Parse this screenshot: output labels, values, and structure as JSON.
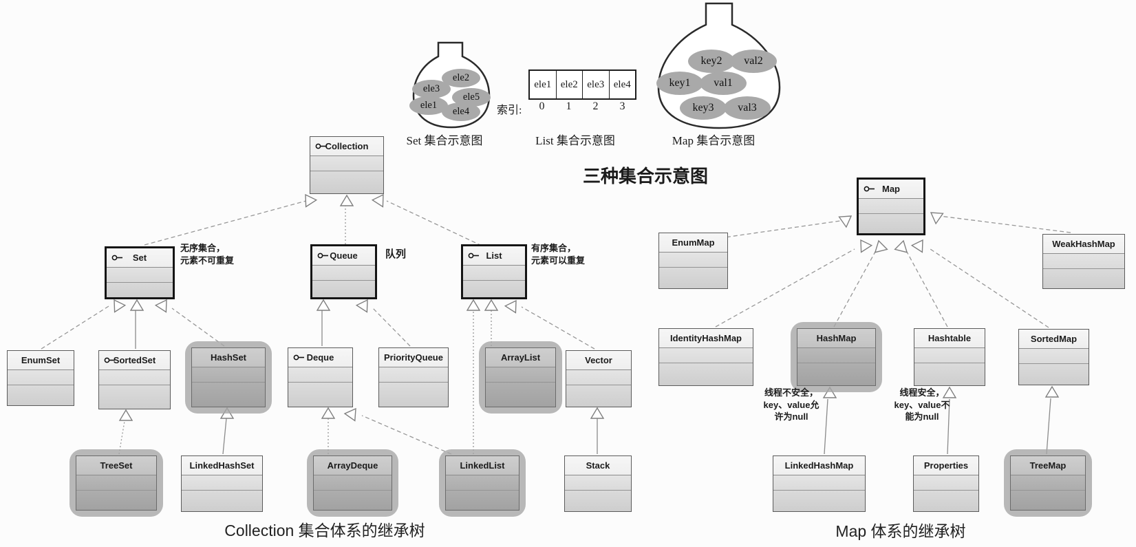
{
  "figure": {
    "top_title": "三种集合示意图",
    "set_demo": {
      "caption": "Set 集合示意图",
      "elements": [
        "ele3",
        "ele2",
        "ele1",
        "ele5",
        "ele4"
      ]
    },
    "list_demo": {
      "caption": "List 集合示意图",
      "cells": [
        "ele1",
        "ele2",
        "ele3",
        "ele4"
      ],
      "index_label": "索引:",
      "indices": [
        "0",
        "1",
        "2",
        "3"
      ]
    },
    "map_demo": {
      "caption": "Map 集合示意图",
      "pairs": [
        {
          "key": "key2",
          "val": "val2"
        },
        {
          "key": "key1",
          "val": "val1"
        },
        {
          "key": "key3",
          "val": "val3"
        }
      ]
    }
  },
  "collection_tree": {
    "caption": "Collection 集合体系的继承树",
    "annotations": {
      "set_lines": [
        "无序集合，",
        "元素不可重复"
      ],
      "queue_lines": [
        "队列"
      ],
      "list_lines": [
        "有序集合，",
        "元素可以重复"
      ]
    },
    "nodes": [
      {
        "name": "Collection",
        "kind": "interface",
        "emphasis": "none"
      },
      {
        "name": "Set",
        "kind": "interface",
        "emphasis": "bold"
      },
      {
        "name": "Queue",
        "kind": "interface",
        "emphasis": "bold"
      },
      {
        "name": "List",
        "kind": "interface",
        "emphasis": "bold"
      },
      {
        "name": "EnumSet",
        "kind": "class",
        "emphasis": "none"
      },
      {
        "name": "SortedSet",
        "kind": "interface",
        "emphasis": "none"
      },
      {
        "name": "HashSet",
        "kind": "class",
        "emphasis": "highlight"
      },
      {
        "name": "Deque",
        "kind": "interface",
        "emphasis": "none"
      },
      {
        "name": "PriorityQueue",
        "kind": "class",
        "emphasis": "none"
      },
      {
        "name": "ArrayList",
        "kind": "class",
        "emphasis": "highlight"
      },
      {
        "name": "Vector",
        "kind": "class",
        "emphasis": "none"
      },
      {
        "name": "TreeSet",
        "kind": "class",
        "emphasis": "highlight"
      },
      {
        "name": "LinkedHashSet",
        "kind": "class",
        "emphasis": "none"
      },
      {
        "name": "ArrayDeque",
        "kind": "class",
        "emphasis": "highlight"
      },
      {
        "name": "LinkedList",
        "kind": "class",
        "emphasis": "highlight"
      },
      {
        "name": "Stack",
        "kind": "class",
        "emphasis": "none"
      }
    ],
    "relations": [
      {
        "child": "Set",
        "parent": "Collection",
        "style": "dashed"
      },
      {
        "child": "Queue",
        "parent": "Collection",
        "style": "dotted"
      },
      {
        "child": "List",
        "parent": "Collection",
        "style": "dashed"
      },
      {
        "child": "EnumSet",
        "parent": "Set",
        "style": "dashed"
      },
      {
        "child": "SortedSet",
        "parent": "Set",
        "style": "solid"
      },
      {
        "child": "HashSet",
        "parent": "Set",
        "style": "dashed"
      },
      {
        "child": "Deque",
        "parent": "Queue",
        "style": "solid"
      },
      {
        "child": "PriorityQueue",
        "parent": "Queue",
        "style": "dashed"
      },
      {
        "child": "LinkedList",
        "parent": "List",
        "style": "dotted"
      },
      {
        "child": "ArrayList",
        "parent": "List",
        "style": "dotted"
      },
      {
        "child": "Vector",
        "parent": "List",
        "style": "dashed"
      },
      {
        "child": "TreeSet",
        "parent": "SortedSet",
        "style": "dotted"
      },
      {
        "child": "LinkedHashSet",
        "parent": "HashSet",
        "style": "solid"
      },
      {
        "child": "ArrayDeque",
        "parent": "Deque",
        "style": "dotted"
      },
      {
        "child": "LinkedList",
        "parent": "Deque",
        "style": "dashed"
      },
      {
        "child": "Stack",
        "parent": "Vector",
        "style": "solid"
      }
    ]
  },
  "map_tree": {
    "caption": "Map 体系的继承树",
    "annotations": {
      "hashmap_lines": [
        "线程不安全，",
        "key、value允",
        "许为null"
      ],
      "hashtable_lines": [
        "线程安全，",
        "key、value不",
        "能为null"
      ]
    },
    "nodes": [
      {
        "name": "Map",
        "kind": "interface",
        "emphasis": "bold"
      },
      {
        "name": "EnumMap",
        "kind": "class",
        "emphasis": "none"
      },
      {
        "name": "WeakHashMap",
        "kind": "class",
        "emphasis": "none"
      },
      {
        "name": "IdentityHashMap",
        "kind": "class",
        "emphasis": "none"
      },
      {
        "name": "HashMap",
        "kind": "class",
        "emphasis": "highlight"
      },
      {
        "name": "Hashtable",
        "kind": "class",
        "emphasis": "none"
      },
      {
        "name": "SortedMap",
        "kind": "class",
        "emphasis": "none"
      },
      {
        "name": "LinkedHashMap",
        "kind": "class",
        "emphasis": "none"
      },
      {
        "name": "Properties",
        "kind": "class",
        "emphasis": "none"
      },
      {
        "name": "TreeMap",
        "kind": "class",
        "emphasis": "highlight"
      }
    ],
    "relations": [
      {
        "child": "EnumMap",
        "parent": "Map",
        "style": "dashed"
      },
      {
        "child": "WeakHashMap",
        "parent": "Map",
        "style": "dashed"
      },
      {
        "child": "IdentityHashMap",
        "parent": "Map",
        "style": "dashed"
      },
      {
        "child": "HashMap",
        "parent": "Map",
        "style": "dashed"
      },
      {
        "child": "Hashtable",
        "parent": "Map",
        "style": "dashed"
      },
      {
        "child": "SortedMap",
        "parent": "Map",
        "style": "dashed"
      },
      {
        "child": "LinkedHashMap",
        "parent": "HashMap",
        "style": "solid"
      },
      {
        "child": "Properties",
        "parent": "Hashtable",
        "style": "solid"
      },
      {
        "child": "TreeMap",
        "parent": "SortedMap",
        "style": "solid"
      }
    ]
  }
}
